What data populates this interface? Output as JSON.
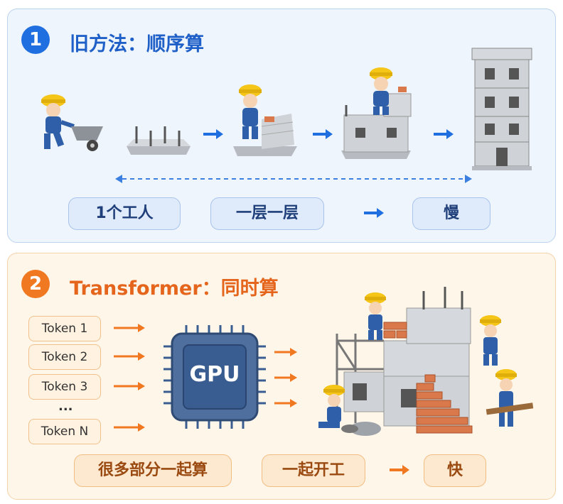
{
  "section1": {
    "number": "1",
    "title": "旧方法：顺序算",
    "pills": {
      "worker": "1个工人",
      "layer": "一层一层",
      "result": "慢"
    }
  },
  "section2": {
    "number": "2",
    "title": "Transformer：同时算",
    "tokens": [
      "Token 1",
      "Token 2",
      "Token 3",
      "Token N"
    ],
    "ellipsis": "...",
    "chip_label": "GPU",
    "pills": {
      "parts": "很多部分一起算",
      "together": "一起开工",
      "result": "快"
    }
  },
  "colors": {
    "blue_accent": "#1f6fe0",
    "orange_accent": "#f07820",
    "worker_helmet": "#f5c518",
    "worker_clothes": "#2f5fa8",
    "concrete": "#c9ccd1",
    "brick": "#d9784a",
    "chip": "#3a5d91"
  }
}
